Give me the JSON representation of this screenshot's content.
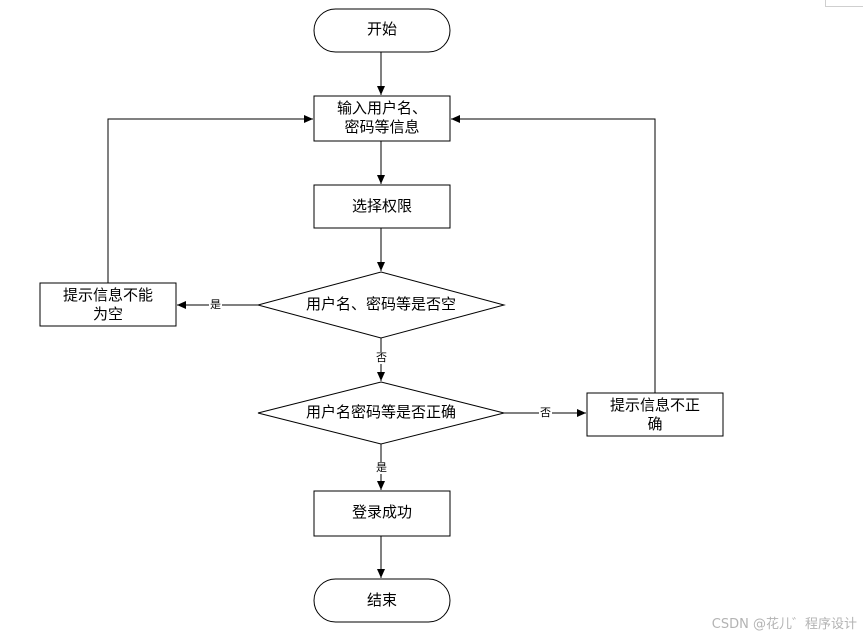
{
  "diagram": {
    "start": "开始",
    "input_line1": "输入用户名、",
    "input_line2": "密码等信息",
    "select_perm": "选择权限",
    "check_empty": "用户名、密码等是否空",
    "empty_msg_line1": "提示信息不能",
    "empty_msg_line2": "为空",
    "check_correct": "用户名密码等是否正确",
    "wrong_msg_line1": "提示信息不正",
    "wrong_msg_line2": "确",
    "success": "登录成功",
    "end": "结束",
    "yes": "是",
    "no": "否"
  },
  "watermark": "CSDN @花儿゛程序设计"
}
